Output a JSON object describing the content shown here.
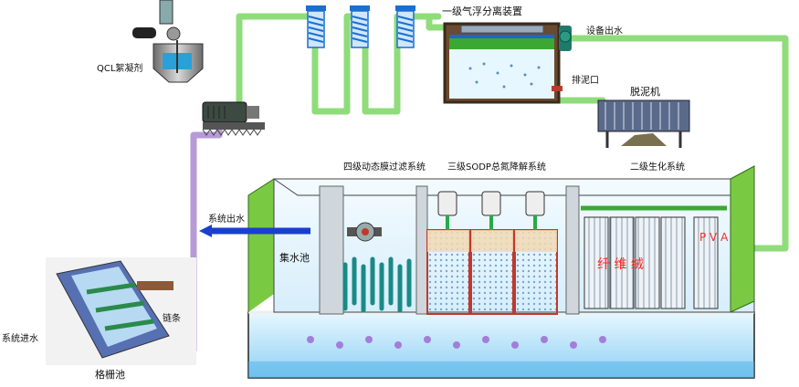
{
  "labels": {
    "flocculant": "QCL絮凝剂",
    "float_sep": "一级气浮分离装置",
    "device_outlet": "设备出水",
    "sludge_port": "排泥口",
    "dewater": "脱泥机",
    "membrane": "四级动态膜过滤系统",
    "sodp": "三级SODP总氮降解系统",
    "bio": "二级生化系统",
    "system_outlet": "系统出水",
    "water_pool": "集水池",
    "fiber": "纤 维 绒",
    "pva": "P V A",
    "chain": "链条",
    "system_inlet": "系统进水",
    "grid_pool": "格栅池"
  },
  "colors": {
    "pipe_green": "#8fdc7a",
    "pipe_purple": "#b79ad6",
    "outlet_blue": "#1a3fd0",
    "water": "#bfe6ff",
    "tank_green": "#7ac943",
    "fiber_text": "#ff2a2a"
  }
}
